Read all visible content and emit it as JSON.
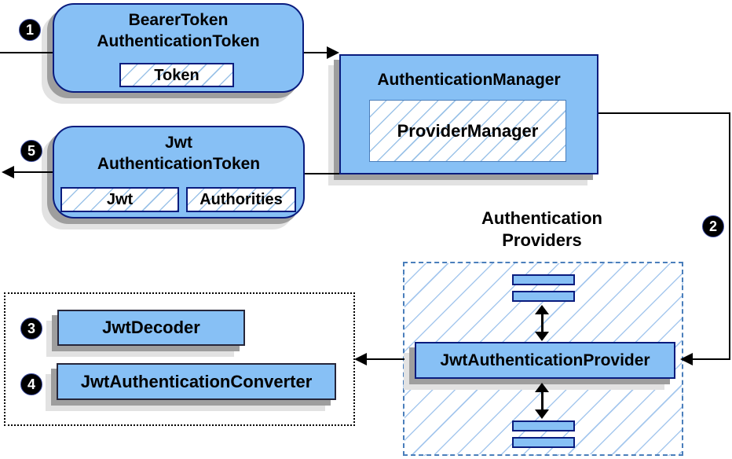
{
  "badges": {
    "one": "1",
    "two": "2",
    "three": "3",
    "four": "4",
    "five": "5"
  },
  "nodes": {
    "bearer_token": {
      "line1": "BearerToken",
      "line2": "AuthenticationToken",
      "chip": "Token"
    },
    "auth_manager": {
      "title": "AuthenticationManager",
      "inner": "ProviderManager"
    },
    "jwt_token": {
      "line1": "Jwt",
      "line2": "AuthenticationToken",
      "chip_jwt": "Jwt",
      "chip_authorities": "Authorities"
    },
    "providers_group": {
      "label1": "Authentication",
      "label2": "Providers"
    },
    "jwt_auth_provider": {
      "title": "JwtAuthenticationProvider"
    },
    "jwt_decoder": {
      "title": "JwtDecoder"
    },
    "jwt_auth_converter": {
      "title": "JwtAuthenticationConverter"
    }
  },
  "colors": {
    "node_fill": "#87c0f5",
    "node_border": "#0a1c7e",
    "hatch_line": "#9cc3e8",
    "dashed_border": "#4a7ebb",
    "shadow_dark": "#9e9e9e",
    "shadow_light": "#e2e2e2",
    "arrow": "#000000",
    "badge_bg": "#000000",
    "badge_text": "#ffffff"
  }
}
